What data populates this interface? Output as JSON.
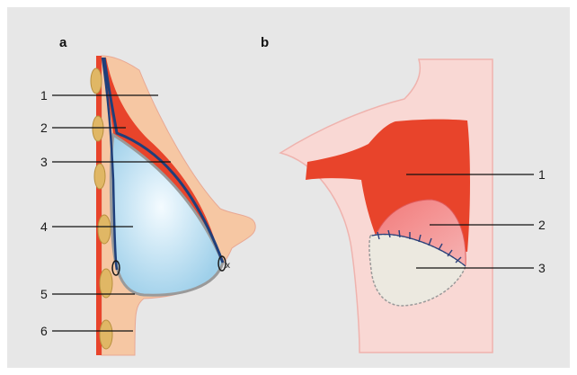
{
  "figure": {
    "panel_a": {
      "title": "a",
      "labels": [
        "1",
        "2",
        "3",
        "4",
        "5",
        "6"
      ]
    },
    "panel_b": {
      "title": "b",
      "labels": [
        "1",
        "2",
        "3"
      ]
    }
  },
  "colors": {
    "background": "#e7e7e7",
    "skin": "#f6c7a3",
    "light_skin": "#f9d8d4",
    "muscle": "#e8442b",
    "muscle_light": "#ee8a8a",
    "implant": "#bfe0f2",
    "implant_edge": "#9a9a9a",
    "rib": "#e0b765",
    "fascia_line": "#1f3f7a",
    "mesh": "#ece9e0"
  }
}
